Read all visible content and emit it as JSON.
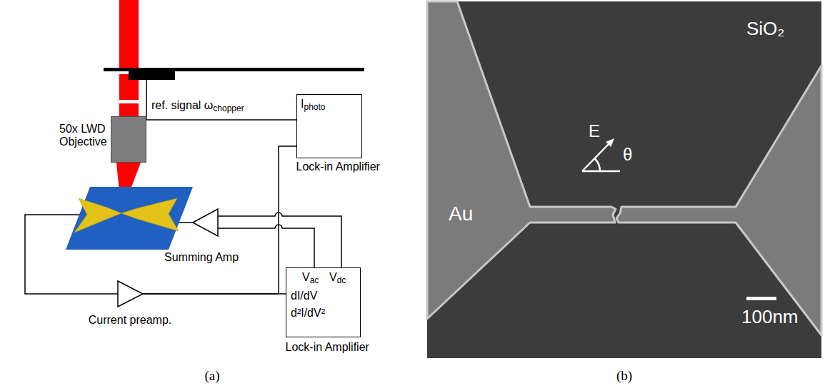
{
  "diagram": {
    "nodes": [
      {
        "text": [
          "50x LWD Objective"
        ]
      },
      {
        "text": [
          "I",
          "photo",
          "Lock-in Amplifier"
        ]
      },
      {
        "text": [
          "Summing Amp"
        ]
      },
      {
        "text": [
          "V",
          "ac",
          "V",
          "dc",
          "dI/dV",
          "d²I/dV²",
          "Lock-in Amplifier"
        ]
      },
      {
        "text": [
          "Current preamp."
        ]
      }
    ],
    "edges": [
      {
        "from": 3,
        "to": 2,
        "arrow": "none"
      },
      {
        "from": 3,
        "to": 2,
        "arrow": "none"
      },
      {
        "from": 4,
        "to": 1,
        "arrow": "none"
      },
      {
        "from": 4,
        "to": 3,
        "arrow": "none"
      }
    ],
    "labels": [
      "ref. signal ω",
      "chopper",
      "Au",
      "SiO₂",
      "E",
      "θ",
      "100nm",
      "(a)",
      "(b)"
    ]
  }
}
